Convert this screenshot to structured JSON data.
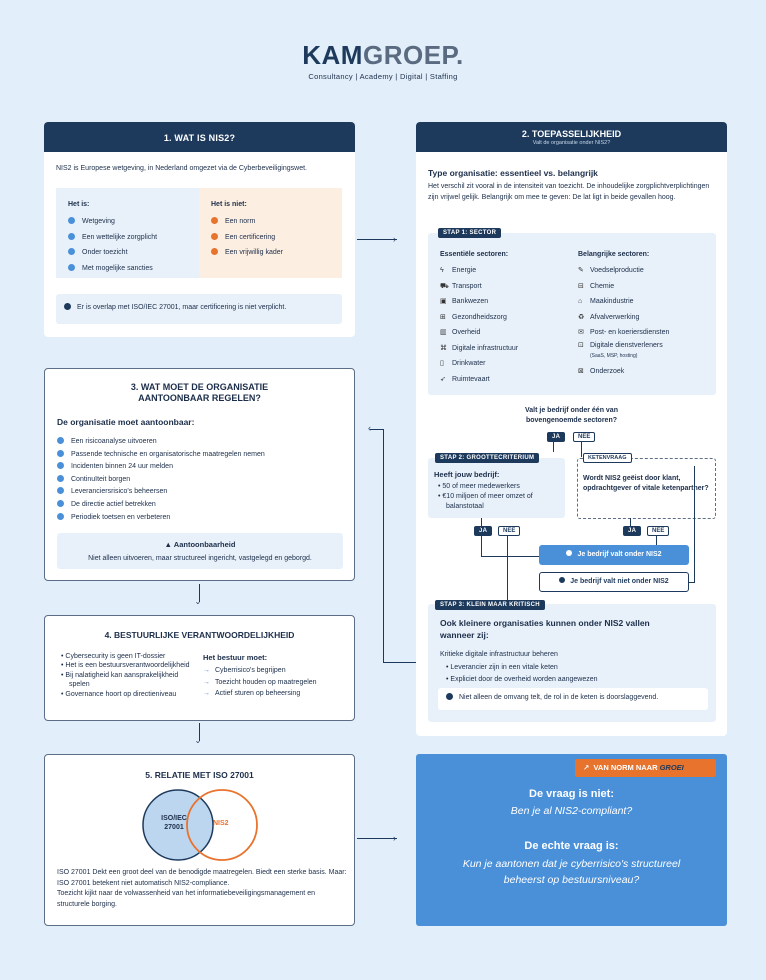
{
  "brand": {
    "name_bold": "KAM",
    "name_light": "GROEP.",
    "tagline": "Consultancy | Academy | Digital | Staffing"
  },
  "s1": {
    "title": "1. WAT IS NIS2?",
    "intro": "NIS2 is Europese wetgeving, in Nederland omgezet via de Cyberbeveiligingswet.",
    "is_label": "Het is:",
    "is_items": [
      "Wetgeving",
      "Een wettelijke zorgplicht",
      "Onder toezicht",
      "Met mogelijke sancties"
    ],
    "not_label": "Het is niet:",
    "not_items": [
      "Een norm",
      "Een certificering",
      "Een vrijwillig kader"
    ],
    "note": "Er is overlap met ISO/IEC 27001, maar certificering is niet verplicht."
  },
  "s2": {
    "title": "2. TOEPASSELIJKHEID",
    "subtitle": "Valt de organisatie onder NIS2?",
    "type_title": "Type organisatie: essentieel vs. belangrijk",
    "type_text": "Het verschil zit vooral in de intensiteit van toezicht. De inhoudelijke zorgplichtverplichtingen zijn vrijwel gelijk. Belangrijk om mee te geven: De lat ligt in beide gevallen hoog.",
    "step1": "STAP 1: SECTOR",
    "ess_label": "Essentiële sectoren:",
    "ess_items": [
      "Energie",
      "Transport",
      "Bankwezen",
      "Gezondheidszorg",
      "Overheid",
      "Digitale infrastructuur",
      "Drinkwater",
      "Ruimtevaart"
    ],
    "bel_label": "Belangrijke sectoren:",
    "bel_items": [
      "Voedselproductie",
      "Chemie",
      "Maakindustrie",
      "Afvalverwerking",
      "Post- en koeriersdiensten",
      "Digitale dienstverleners",
      "Onderzoek"
    ],
    "bel_sub": "(SaaS, MSP, hosting)",
    "question": "Valt je bedrijf onder één van bovengenoemde sectoren?",
    "ja": "JA",
    "nee": "NEE",
    "step2": "STAP 2: GROOTTECRITERIUM",
    "step2_q": "Heeft jouw bedrijf:",
    "step2_items": [
      "50 of meer medewerkers",
      "€10 miljoen of meer omzet of balanstotaal"
    ],
    "keten": "KETENVRAAG",
    "keten_q": "Wordt NIS2 geëist door klant, opdrachtgever of vitale ketenpartner?",
    "valt": "Je bedrijf valt onder NIS2",
    "valt_niet": "Je bedrijf valt niet onder NIS2",
    "step3": "STAP 3: KLEIN MAAR KRITISCH",
    "step3_title": "Ook kleinere organisaties kunnen onder NIS2 vallen wanneer zij:",
    "step3_lead": "Kritieke digitale infrastructuur beheren",
    "step3_items": [
      "Leverancier zijn in een vitale keten",
      "Expliciet door de overheid worden aangewezen"
    ],
    "step3_note": "Niet alleen de omvang telt, de rol in de keten is doorslaggevend."
  },
  "s3": {
    "title_l1": "3. WAT MOET DE ORGANISATIE",
    "title_l2": "AANTOONBAAR REGELEN?",
    "lead": "De organisatie moet aantoonbaar:",
    "items": [
      "Een risicoanalyse uitvoeren",
      "Passende technische en organisatorische maatregelen nemen",
      "Incidenten binnen 24 uur melden",
      "Continuïteit borgen",
      "Leveranciersrisico's beheersen",
      "De directie actief betrekken",
      "Periodiek toetsen en verbeteren"
    ],
    "box_title": "Aantoonbaarheid",
    "box_text": "Niet alleen uitvoeren, maar structureel ingericht, vastgelegd en geborgd."
  },
  "s4": {
    "title": "4. BESTUURLIJKE VERANTWOORDELIJKHEID",
    "left_items": [
      "Cybersecurity is geen IT-dossier",
      "Het is een bestuursverantwoordelijkheid",
      "Bij nalatigheid kan aansprakelijkheid spelen",
      "Governance hoort op directieniveau"
    ],
    "right_label": "Het bestuur moet:",
    "right_items": [
      "Cyberrisico's begrijpen",
      "Toezicht houden op maatregelen",
      "Actief sturen op beheersing"
    ]
  },
  "s5": {
    "title": "5. RELATIE MET ISO 27001",
    "circle1": "ISO/IEC 27001",
    "circle2": "NIS2",
    "text1": "ISO 27001 Dekt een groot deel van de benodigde maatregelen. Biedt een sterke basis. Maar: ISO 27001 betekent niet automatisch NIS2-compliance.",
    "text2": "Toezicht kijkt naar de volwassenheid van het informatiebeveiligingsmanagement en structurele borging."
  },
  "s6": {
    "badge": "VAN NORM NAAR",
    "badge_em": "GROEI",
    "q1_title": "De vraag is niet:",
    "q1_text": "Ben je al NIS2-compliant?",
    "q2_title": "De echte vraag is:",
    "q2_text": "Kun je aantonen dat je cyberrisico's structureel beheerst op bestuursniveau?"
  },
  "colors": {
    "navy": "#1d3a5c",
    "blue": "#4a90d9",
    "orange": "#e8732d",
    "bg": "#e2eef9"
  }
}
